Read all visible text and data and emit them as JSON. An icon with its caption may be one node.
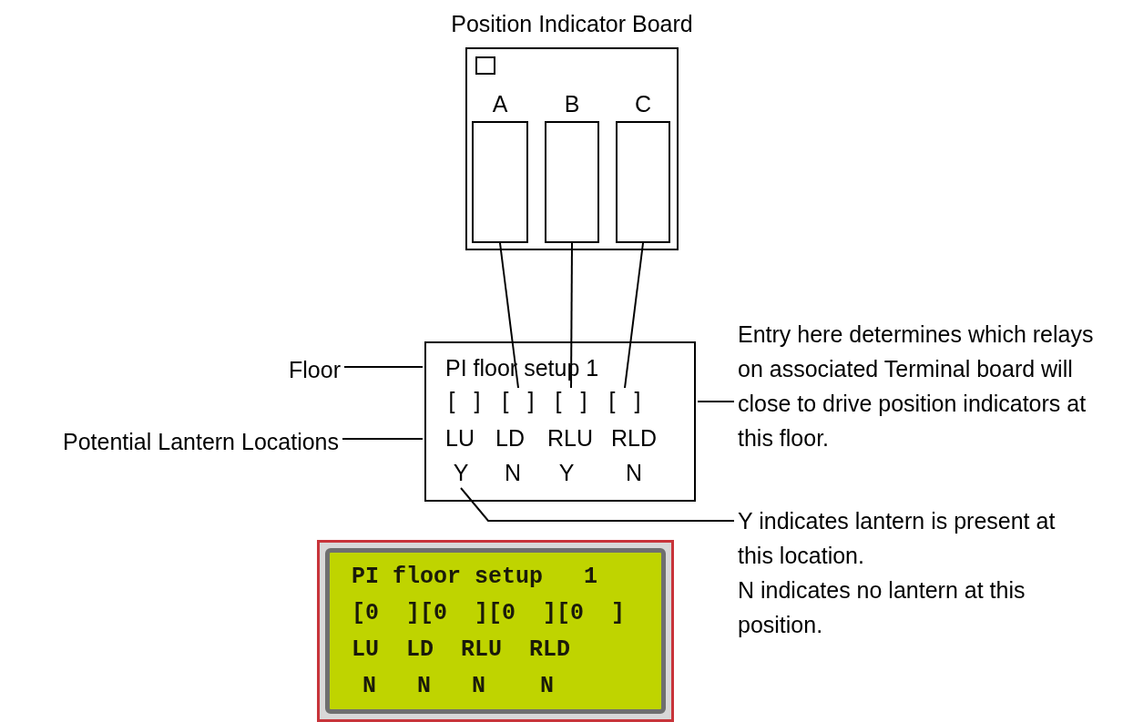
{
  "diagram": {
    "nodes": [
      {
        "text": [
          "Position Indicator Board"
        ]
      },
      {
        "text": [
          "A"
        ],
        "in": 0
      },
      {
        "text": [
          "B"
        ],
        "in": 0
      },
      {
        "text": [
          "C"
        ],
        "in": 0
      },
      {
        "text": [
          "PI floor setup 1",
          "LU",
          "LD",
          "RLU",
          "RLD"
        ]
      },
      {
        "text": [
          "[ ]"
        ],
        "in": 4
      },
      {
        "text": [
          "[ ]"
        ],
        "in": 4
      },
      {
        "text": [
          "[ ]"
        ],
        "in": 4
      },
      {
        "text": [
          "[ ]"
        ],
        "in": 4
      },
      {
        "text": [
          "Y"
        ],
        "in": 4
      },
      {
        "text": [
          "N"
        ],
        "in": 4
      },
      {
        "text": [
          "Y"
        ],
        "in": 4
      },
      {
        "text": [
          "N"
        ],
        "in": 4
      },
      {
        "text": [
          "Floor"
        ]
      },
      {
        "text": [
          "Potential Lantern Locations"
        ]
      },
      {
        "text": [
          "Entry here determines which relays on associated Terminal board will close to drive position indicators at this floor."
        ]
      },
      {
        "text": [
          "Y indicates lantern is present at this location.",
          "N indicates no lantern at this position."
        ]
      },
      {
        "text": [
          "PI floor setup   1",
          "[0  ][0  ][0  ][0  ]",
          "LU  LD  RLU  RLD",
          "N   N   N    N"
        ]
      }
    ],
    "edges": [
      {
        "from": 1,
        "to": 6,
        "arrow": "none"
      },
      {
        "from": 2,
        "to": 7,
        "arrow": "none"
      },
      {
        "from": 3,
        "to": 8,
        "arrow": "none"
      },
      {
        "from": 13,
        "to": 4,
        "arrow": "none"
      },
      {
        "from": 14,
        "to": 4,
        "arrow": "none"
      },
      {
        "from": 15,
        "to": 4,
        "arrow": "none"
      },
      {
        "from": 16,
        "to": 9,
        "arrow": "none"
      }
    ]
  }
}
